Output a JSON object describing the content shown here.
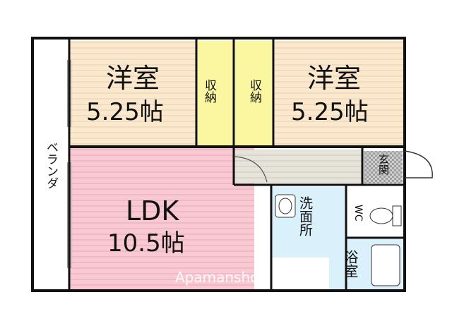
{
  "rooms": {
    "west_room": {
      "type": "洋室",
      "size": "5.25帖"
    },
    "east_room": {
      "type": "洋室",
      "size": "5.25帖"
    },
    "ldk": {
      "type": "LDK",
      "size": "10.5帖"
    },
    "closet_a": "収納",
    "closet_b": "収納",
    "veranda": "ベランダ",
    "entrance": "玄関",
    "washroom": "洗面所",
    "wc": "WC",
    "bath": "浴室"
  },
  "watermark": "Apamanshop",
  "colors": {
    "western_room_floor": "#fbe9cf",
    "closet_floor": "#fbf6a0",
    "ldk_floor": "#f8c9d3",
    "corridor_floor": "#e6e4da",
    "wet_area_floor": "#daf0fb",
    "entrance_tile": "#b9b9b9",
    "wall": "#111111"
  }
}
